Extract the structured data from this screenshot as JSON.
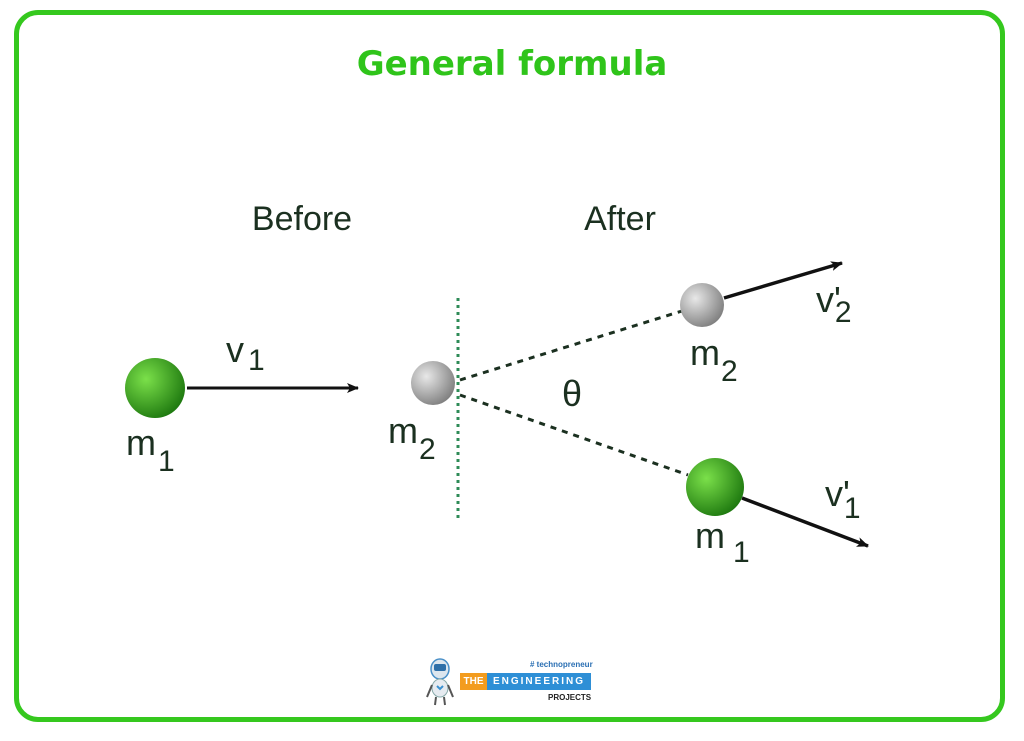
{
  "title": "General formula",
  "diagram": {
    "before_label": "Before",
    "after_label": "After",
    "angle_label": "θ",
    "before": {
      "m1": {
        "mass": "m",
        "sub": "1",
        "velocity": "v",
        "velocity_sub": "1"
      },
      "m2": {
        "mass": "m",
        "sub": "2"
      }
    },
    "after": {
      "m2": {
        "mass": "m",
        "sub": "2",
        "velocity": "v'",
        "velocity_sub": "2"
      },
      "m1": {
        "mass": "m",
        "sub": "1",
        "velocity": "v'",
        "velocity_sub": "1"
      }
    },
    "colors": {
      "ball_m1": "#3fae1c",
      "ball_m2": "#b8b8b8",
      "guide_line": "#2e8b57",
      "border": "#35c81e",
      "title": "#2fc41a"
    }
  },
  "logo": {
    "tagline": "# technopreneur",
    "the": "THE",
    "engineering": "ENGINEERING",
    "projects": "PROJECTS"
  }
}
